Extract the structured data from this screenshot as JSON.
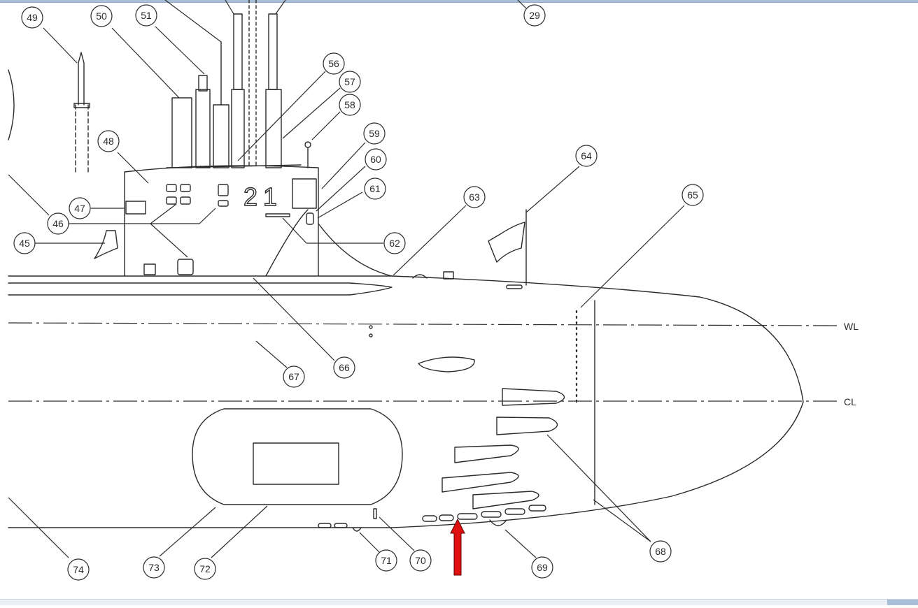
{
  "diagram": {
    "callouts": [
      "49",
      "50",
      "51",
      "29",
      "56",
      "57",
      "58",
      "59",
      "60",
      "61",
      "48",
      "47",
      "46",
      "45",
      "62",
      "63",
      "64",
      "65",
      "66",
      "67",
      "68",
      "69",
      "70",
      "71",
      "72",
      "73",
      "74"
    ],
    "hull_number": "21",
    "reference_lines": [
      "WL",
      "CL"
    ]
  },
  "colors": {
    "line": "#2b2b2b",
    "arrow_highlight": "#e01010",
    "frame": "#a9bfd8"
  }
}
